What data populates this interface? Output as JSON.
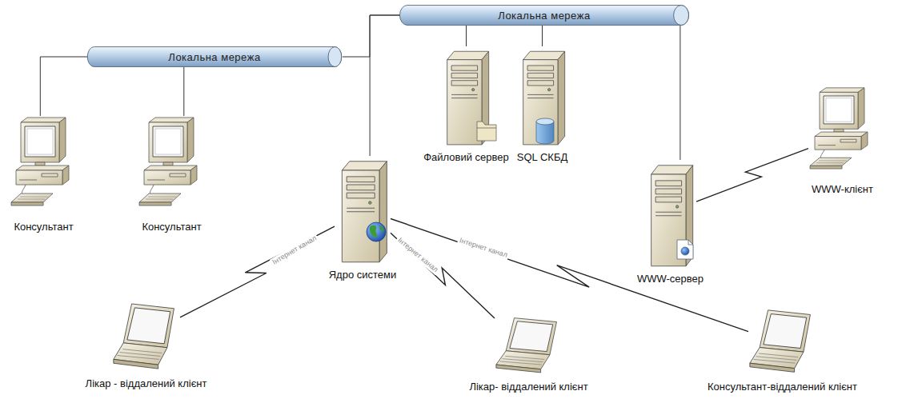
{
  "diagram": {
    "nodes": [
      {
        "text": [
          "Локальна мережа"
        ]
      },
      {
        "text": [
          "Локальна мережа"
        ]
      },
      {
        "text": [
          "Файловий сервер"
        ]
      },
      {
        "text": [
          "SQL СКБД"
        ]
      },
      {
        "text": [
          "Консультант"
        ]
      },
      {
        "text": [
          "Консультант"
        ]
      },
      {
        "text": [
          "Ядро системи"
        ]
      },
      {
        "text": [
          "WWW-клієнт"
        ]
      },
      {
        "text": [
          "WWW-сервер"
        ]
      },
      {
        "text": [
          "Лікар - віддалений клієнт"
        ]
      },
      {
        "text": [
          "Лікар- віддалений клієнт"
        ]
      },
      {
        "text": [
          "Консультант-віддалений клієнт"
        ]
      }
    ],
    "edges": [
      {
        "from": 1,
        "to": 4,
        "arrow": "none"
      },
      {
        "from": 1,
        "to": 5,
        "arrow": "none"
      },
      {
        "from": 1,
        "to": 0,
        "arrow": "none"
      },
      {
        "from": 0,
        "to": 6,
        "arrow": "none"
      },
      {
        "from": 0,
        "to": 2,
        "arrow": "none"
      },
      {
        "from": 0,
        "to": 3,
        "arrow": "none"
      },
      {
        "from": 0,
        "to": 8,
        "arrow": "none"
      },
      {
        "from": 8,
        "to": 7,
        "arrow": "none"
      },
      {
        "from": 6,
        "to": 9,
        "label": "Інтернет канал",
        "arrow": "none"
      },
      {
        "from": 6,
        "to": 10,
        "label": "Інтернет канал",
        "arrow": "none"
      },
      {
        "from": 6,
        "to": 11,
        "label": "Інтернет канал",
        "arrow": "none"
      }
    ]
  }
}
